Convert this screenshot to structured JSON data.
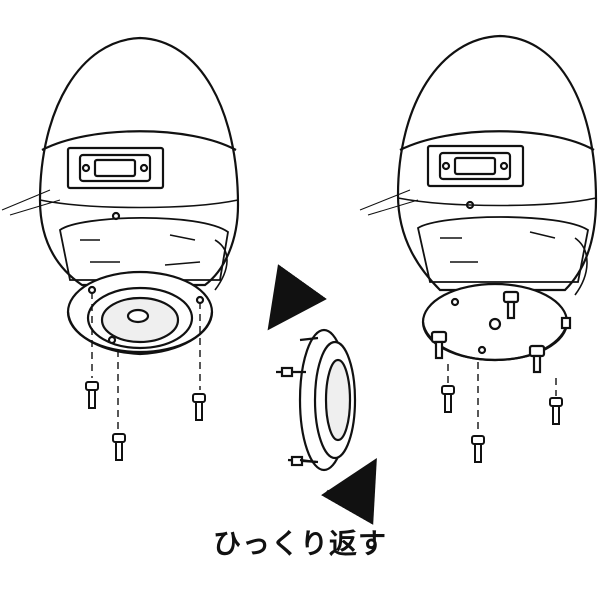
{
  "caption": "ひっくり返す",
  "colors": {
    "ink": "#111111",
    "paper": "#ffffff",
    "shade": "#cfcfcf"
  },
  "figures": [
    {
      "id": "camera-left",
      "state": "mount plate attached, facing down"
    },
    {
      "id": "flip-plate",
      "state": "mount plate being turned over"
    },
    {
      "id": "camera-right",
      "state": "mount plate attached, flipped"
    }
  ],
  "icons": [
    "camera-housing-icon",
    "mount-plate-icon",
    "screw-icon",
    "rotate-arrow-icon"
  ]
}
